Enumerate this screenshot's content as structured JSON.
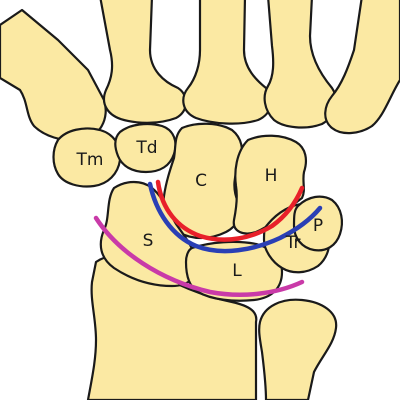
{
  "labels": {
    "trapezium": "Tm",
    "trapezoid": "Td",
    "capitate": "C",
    "hamate": "H",
    "scaphoid": "S",
    "lunate": "L",
    "triquetrum": "Tr",
    "pisiform": "P"
  },
  "colors": {
    "bone_fill": "#fbe9a3",
    "bone_outline": "#1a1a1a",
    "red_arc": "#e8202a",
    "blue_arc": "#2a3fb5",
    "magenta_arc": "#c93aa8"
  }
}
